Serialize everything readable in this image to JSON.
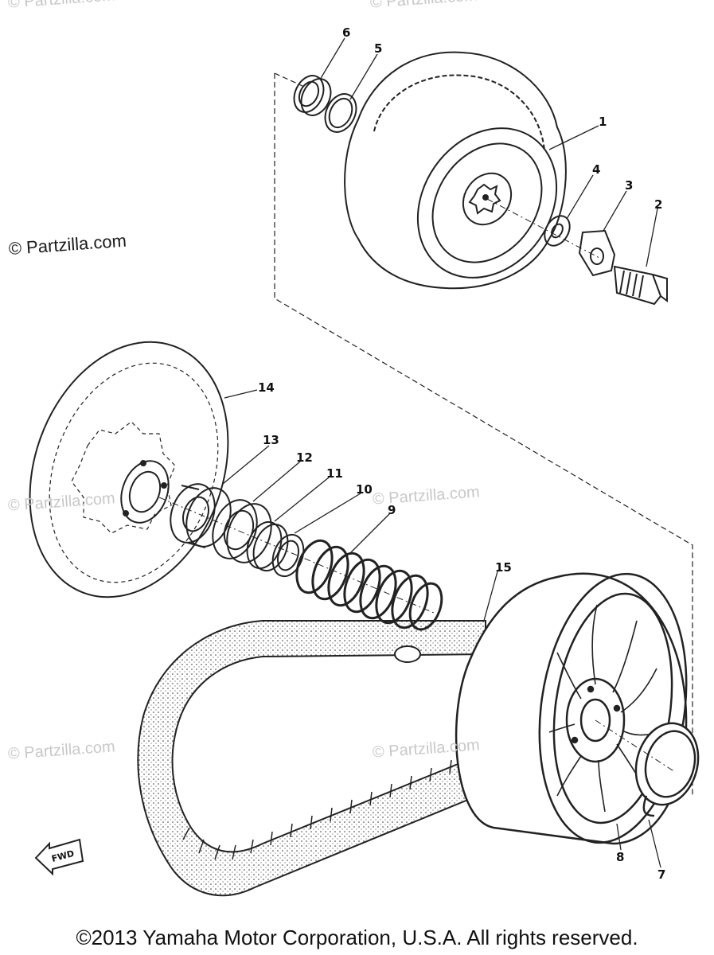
{
  "watermarks": {
    "main": "© Partzilla.com",
    "faint": "© Partzilla.com"
  },
  "callouts": [
    "1",
    "2",
    "3",
    "4",
    "5",
    "6",
    "7",
    "8",
    "9",
    "10",
    "11",
    "12",
    "13",
    "14",
    "15"
  ],
  "direction_label": "FWD",
  "copyright": "©2013 Yamaha Motor Corporation, U.S.A. All rights reserved."
}
